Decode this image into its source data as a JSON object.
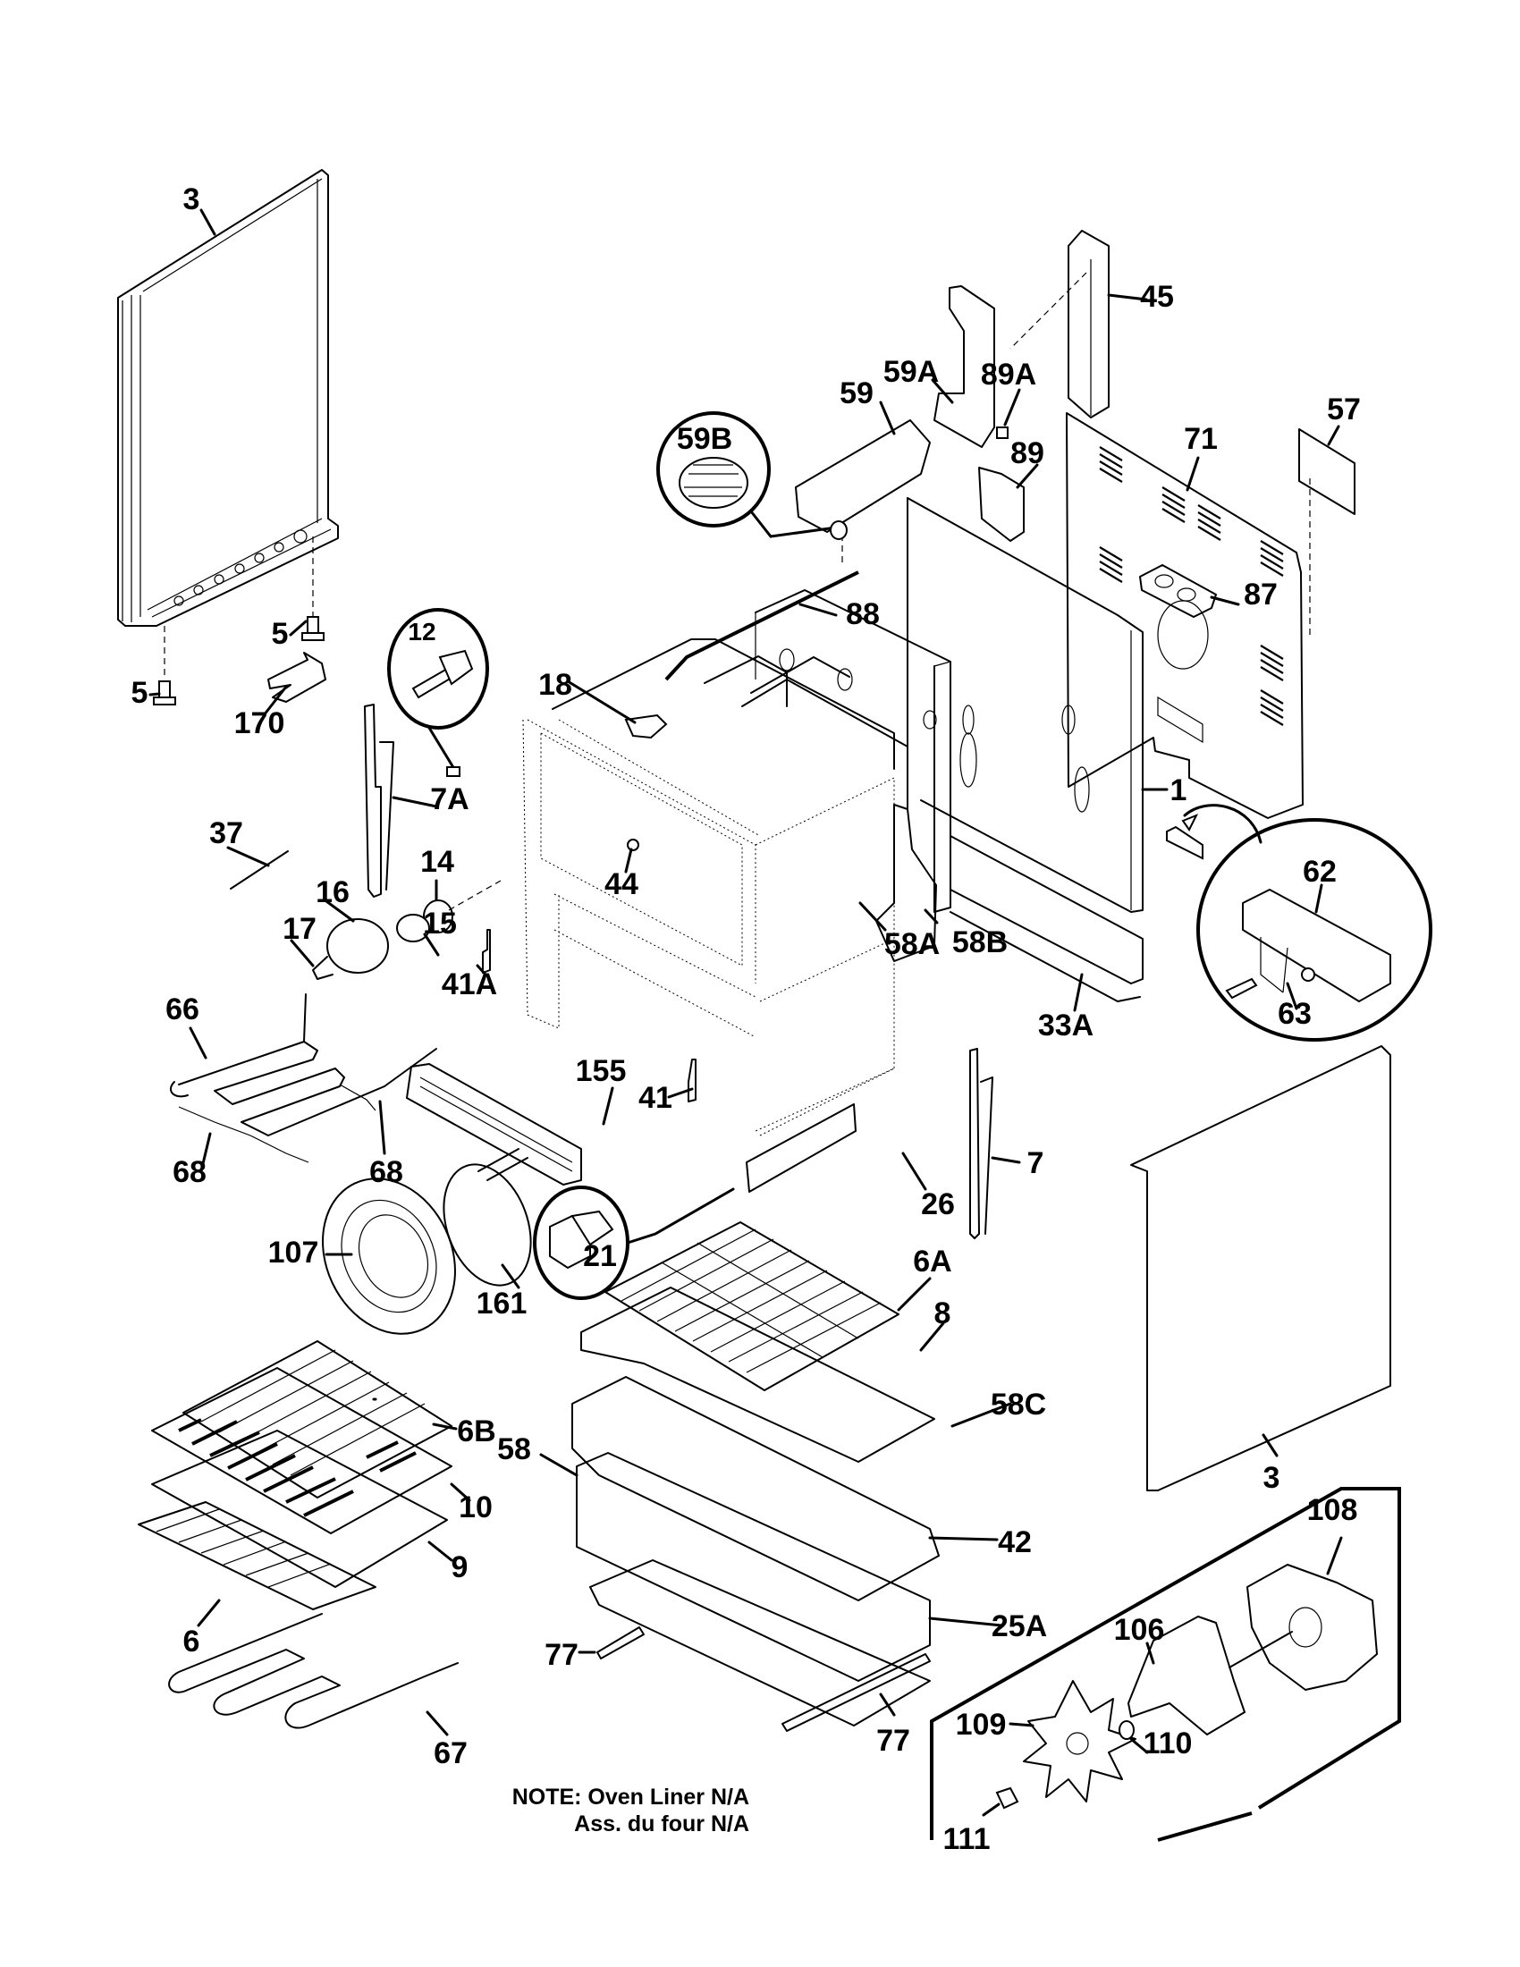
{
  "diagram": {
    "title": "Oven body exploded parts diagram",
    "note": {
      "line1": "NOTE: Oven Liner N/A",
      "line2": "Ass. du four N/A"
    },
    "callouts": {
      "p3_left": "3",
      "p45": "45",
      "p59A": "59A",
      "p89A": "89A",
      "p59": "59",
      "p57": "57",
      "p59B": "59B",
      "p71": "71",
      "p89": "89",
      "p88": "88",
      "p87": "87",
      "p5_upper": "5",
      "p5_lower": "5",
      "p12": "12",
      "p18": "18",
      "p170": "170",
      "p7A": "7A",
      "p1": "1",
      "p37": "37",
      "p62": "62",
      "p14": "14",
      "p16": "16",
      "p17": "17",
      "p15": "15",
      "p44": "44",
      "p41A": "41A",
      "p58A": "58A",
      "p58B": "58B",
      "p33A": "33A",
      "p63": "63",
      "p66": "66",
      "p155": "155",
      "p41": "41",
      "p68_left": "68",
      "p68_right": "68",
      "p7": "7",
      "p26": "26",
      "p107": "107",
      "p21": "21",
      "p161": "161",
      "p6A": "6A",
      "p8": "8",
      "p58C": "58C",
      "p6B": "6B",
      "p58": "58",
      "p3_right": "3",
      "p108": "108",
      "p10": "10",
      "p9": "9",
      "p42": "42",
      "p106": "106",
      "p25A": "25A",
      "p6": "6",
      "p77_mid": "77",
      "p109": "109",
      "p110": "110",
      "p77_lower": "77",
      "p67": "67",
      "p111": "111"
    }
  }
}
